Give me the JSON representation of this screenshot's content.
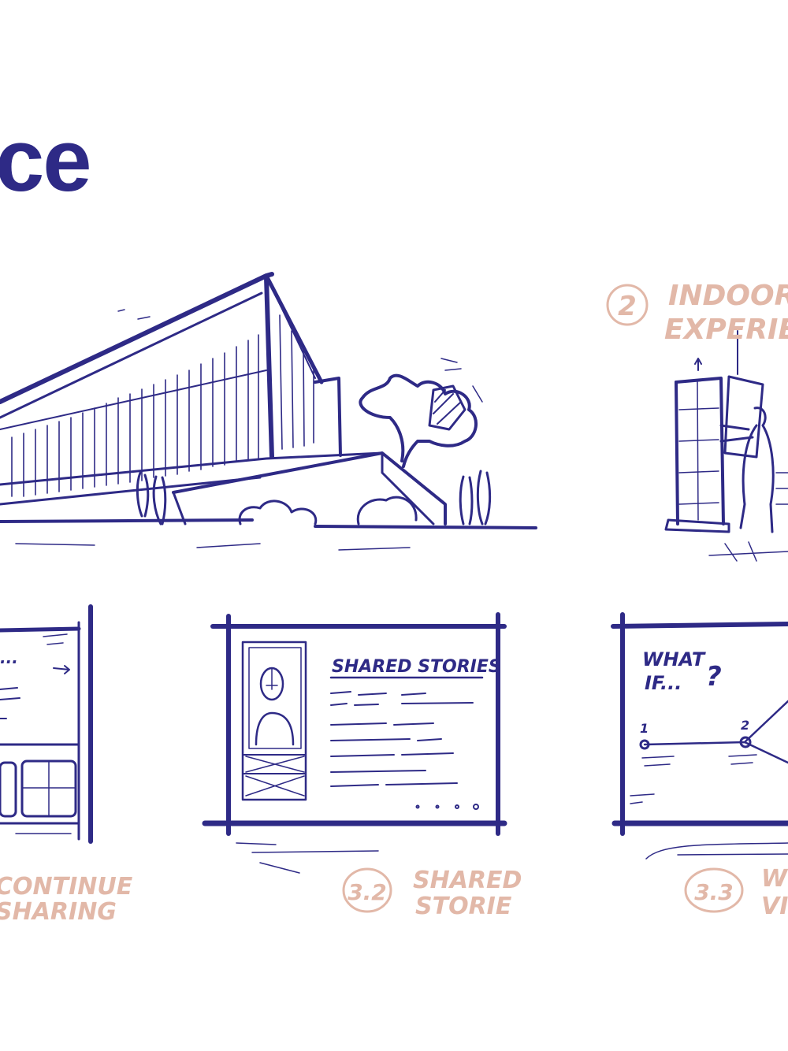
{
  "colors": {
    "ink": "#2e2a86",
    "annotation": "#e2b8a8",
    "background": "#ffffff"
  },
  "title": "ce",
  "scene_labels": {
    "indoor": {
      "number": "2",
      "line1": "INDOOR",
      "line2": "EXPERIEN"
    },
    "continue": {
      "line1": "CONTINUE",
      "line2": "SHARING"
    },
    "shared": {
      "number": "3.2",
      "line1": "SHARED",
      "line2": "STORIE"
    },
    "whatif": {
      "number": "3.3",
      "line1": "W",
      "line2": "VI"
    }
  },
  "panel_shared": {
    "heading": "SHARED STORIES"
  },
  "panel_whatif": {
    "heading_line1": "WHAT",
    "heading_line2": "IF...",
    "question_mark": "?",
    "step1": "1",
    "step2": "2"
  },
  "panel_continue": {
    "dots": "..."
  }
}
